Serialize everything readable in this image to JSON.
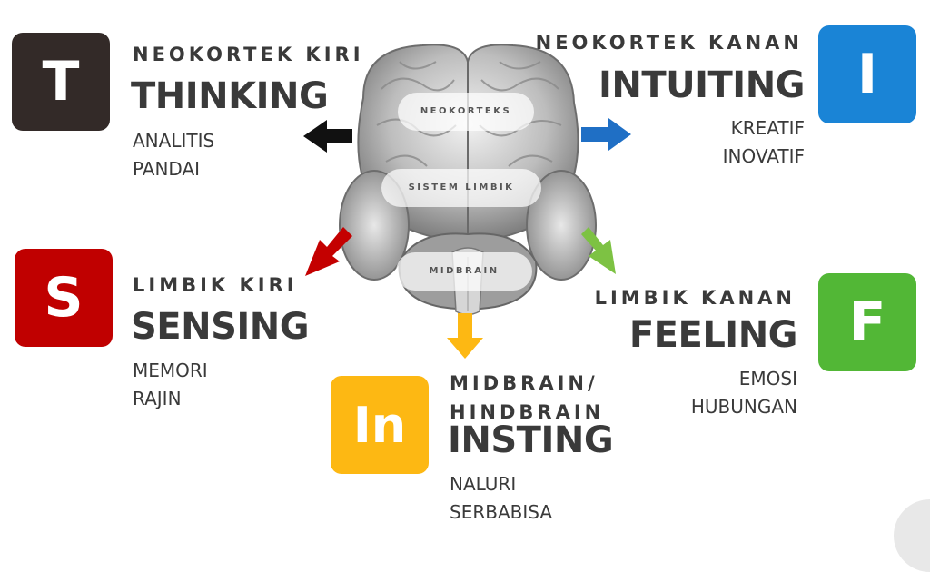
{
  "brain": {
    "labels": [
      "NEOKORTEKS",
      "SISTEM LIMBIK",
      "MIDBRAIN"
    ]
  },
  "quadrants": {
    "thinking": {
      "letter": "T",
      "color": "#332a28",
      "region": "NEOKORTEK KIRI",
      "name": "THINKING",
      "traits": [
        "ANALITIS",
        "PANDAI"
      ],
      "arrow_color": "#111111"
    },
    "intuiting": {
      "letter": "I",
      "color": "#1a84d6",
      "region": "NEOKORTEK KANAN",
      "name": "INTUITING",
      "traits": [
        "KREATIF",
        "INOVATIF"
      ],
      "arrow_color": "#1f6fc5"
    },
    "sensing": {
      "letter": "S",
      "color": "#c00000",
      "region": "LIMBIK KIRI",
      "name": "SENSING",
      "traits": [
        "MEMORI",
        "RAJIN"
      ],
      "arrow_color": "#c40000"
    },
    "feeling": {
      "letter": "F",
      "color": "#52b736",
      "region": "LIMBIK KANAN",
      "name": "FEELING",
      "traits": [
        "EMOSI",
        "HUBUNGAN"
      ],
      "arrow_color": "#7dc243"
    },
    "insting": {
      "letter": "In",
      "color": "#fdb813",
      "region_lines": [
        "MIDBRAIN/",
        "HINDBRAIN"
      ],
      "name": "INSTING",
      "traits": [
        "NALURI",
        "SERBABISA"
      ],
      "arrow_color": "#fdb813"
    }
  }
}
